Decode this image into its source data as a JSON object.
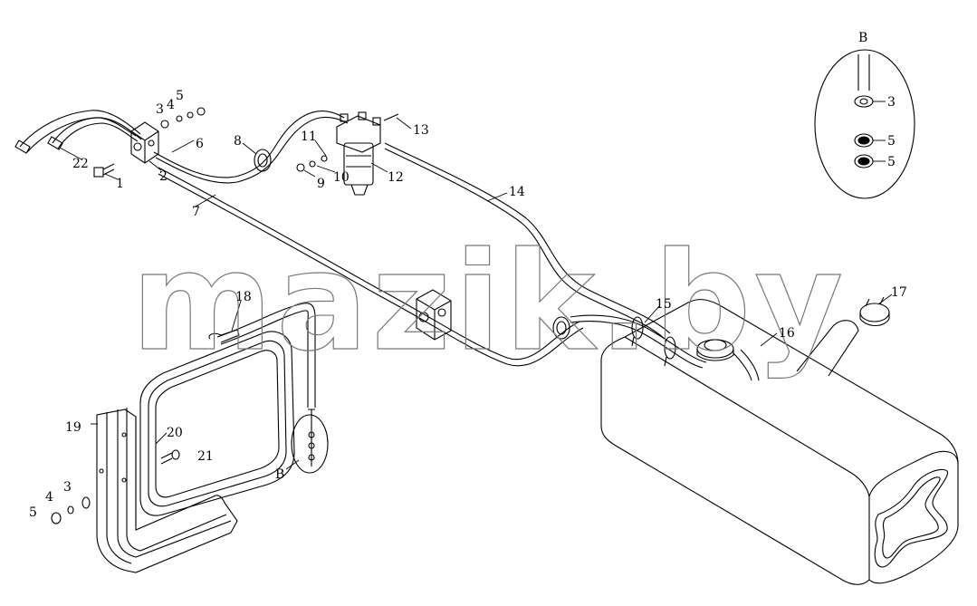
{
  "watermark": "mazik.by",
  "detail_view": {
    "label": "B",
    "callouts": [
      "3",
      "5",
      "5"
    ]
  },
  "detail_marker_label": "B",
  "callouts": [
    "1",
    "2",
    "3",
    "4",
    "5",
    "6",
    "7",
    "8",
    "9",
    "10",
    "11",
    "12",
    "13",
    "14",
    "15",
    "16",
    "17",
    "18",
    "19",
    "20",
    "21",
    "22",
    "3",
    "4",
    "5"
  ]
}
